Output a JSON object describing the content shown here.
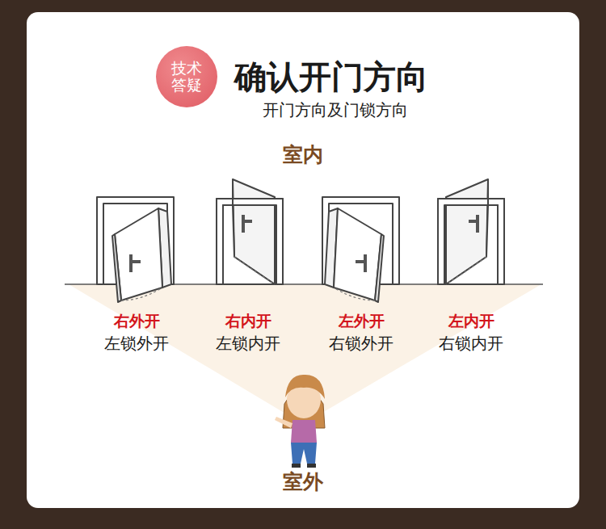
{
  "diagram": {
    "title": "确认开门方向",
    "nodes": [
      {
        "text": [
          "技术答疑"
        ]
      }
    ],
    "labels": [
      "开门方向及门锁方向",
      "室内",
      "右外开",
      "左锁外开",
      "右内开",
      "左锁内开",
      "左外开",
      "右锁外开",
      "左内开",
      "右锁内开",
      "室外"
    ]
  }
}
